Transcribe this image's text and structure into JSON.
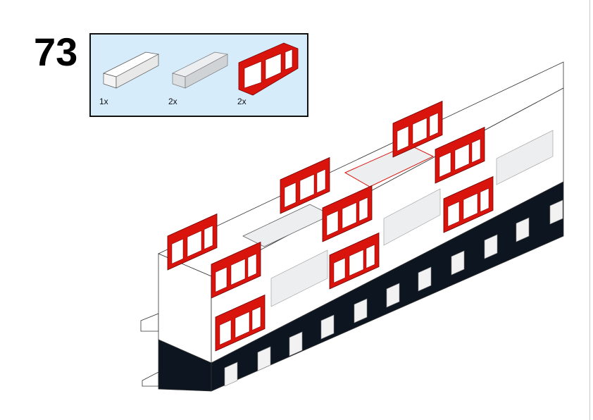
{
  "step": {
    "number": "73"
  },
  "parts_callout": {
    "parts": [
      {
        "name": "brick-1x6-white",
        "quantity": "1x",
        "color": "#ffffff"
      },
      {
        "name": "brick-1x6-trans-clear",
        "quantity": "2x",
        "color": "#e2e4e6"
      },
      {
        "name": "window-1x6x2-red",
        "quantity": "2x",
        "color": "#d9140d"
      }
    ],
    "background": "#d6ecfb"
  },
  "model": {
    "colors": {
      "white": "#ffffff",
      "black": "#0d1520",
      "red": "#d9140d",
      "trans": "#eceef0"
    }
  }
}
